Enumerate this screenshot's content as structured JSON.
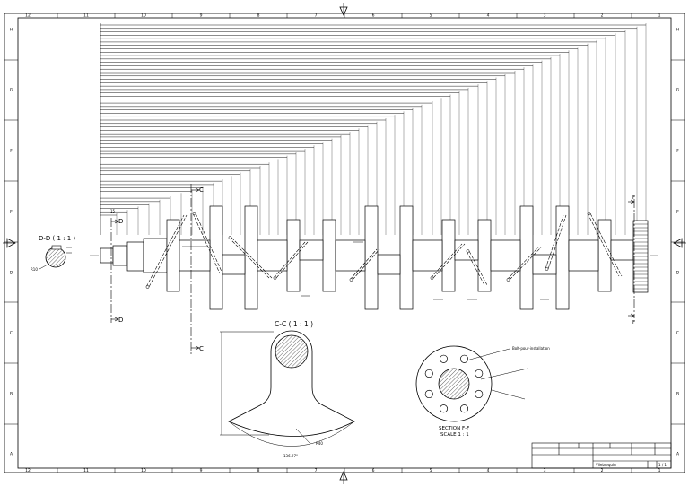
{
  "frame": {
    "top_columns": [
      "12",
      "11",
      "10",
      "9",
      "8",
      "7",
      "6",
      "5",
      "4",
      "3",
      "2",
      "1"
    ],
    "bottom_columns": [
      "12",
      "11",
      "10",
      "9",
      "8",
      "7",
      "6",
      "5",
      "4",
      "3",
      "2",
      "1"
    ],
    "left_rows": [
      "H",
      "G",
      "F",
      "E",
      "D",
      "C",
      "B",
      "A"
    ],
    "right_rows": [
      "H",
      "G",
      "F",
      "E",
      "D",
      "C",
      "B",
      "A"
    ]
  },
  "views": {
    "dd_title": "D-D ( 1 : 1 )",
    "dd_radius": "R10",
    "cc_title": "C-C ( 1 : 1 )",
    "cc_radius": "R40",
    "cc_angle": "136.97°",
    "section_f_title": "SECTION F-F",
    "section_f_scale": "SCALE 1 : 1",
    "hole_note": "Bolt-pour-installation"
  },
  "cut_labels": {
    "c_top": "C",
    "c_bottom": "C",
    "d_top": "D",
    "d_bottom": "D",
    "f_top": "F",
    "f_bottom": "F"
  },
  "dimensions": {
    "first_step": "15"
  },
  "title_block": {
    "sheet_ratio": "1 / 1",
    "part_name": "Vilebrequin"
  }
}
